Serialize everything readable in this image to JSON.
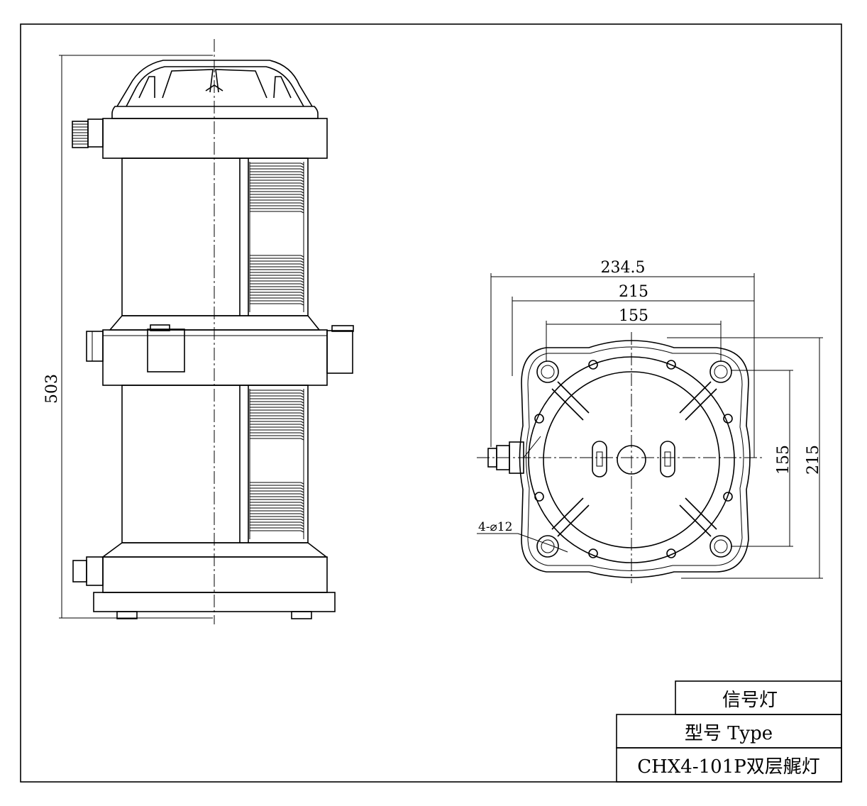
{
  "side_view": {
    "height_dim": "503"
  },
  "plan_view": {
    "width_overall": "234.5",
    "width_body": "215",
    "width_holes": "155",
    "height_holes": "155",
    "height_body": "215",
    "hole_note": "4-⌀12"
  },
  "title_block": {
    "name": "信号灯",
    "type_label": "型号 Type",
    "model": "CHX4-101P双层艉灯"
  }
}
